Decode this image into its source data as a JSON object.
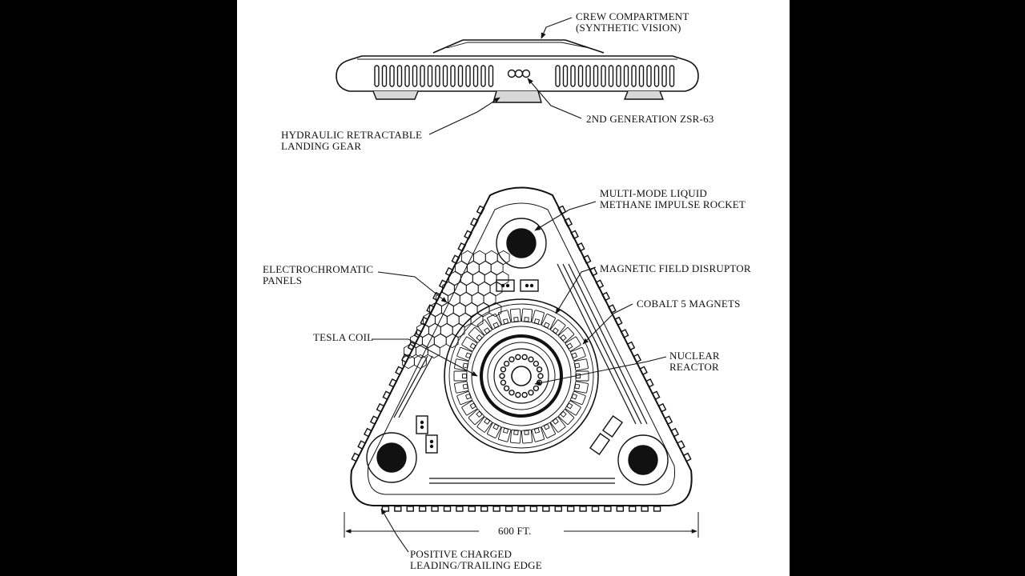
{
  "colors": {
    "ink": "#111111",
    "paper": "#ffffff",
    "frame": "#000000"
  },
  "side_view_labels": {
    "crew_compartment": [
      "CREW COMPARTMENT",
      "(SYNTHETIC VISION)"
    ],
    "zsr": [
      "2ND GENERATION ZSR-63"
    ],
    "landing_gear": [
      "HYDRAULIC RETRACTABLE",
      "LANDING GEAR"
    ]
  },
  "plan_view_labels": {
    "rocket": [
      "MULTI-MODE LIQUID",
      "METHANE IMPULSE ROCKET"
    ],
    "electrochromatic": [
      "ELECTROCHROMATIC",
      "PANELS"
    ],
    "disruptor": [
      "MAGNETIC FIELD DISRUPTOR"
    ],
    "cobalt": [
      "COBALT 5 MAGNETS"
    ],
    "tesla": [
      "TESLA COIL"
    ],
    "reactor": [
      "NUCLEAR",
      "REACTOR"
    ],
    "edge": [
      "POSITIVE CHARGED",
      "LEADING/TRAILING EDGE"
    ]
  },
  "dimension": {
    "width_label": "600 FT."
  }
}
